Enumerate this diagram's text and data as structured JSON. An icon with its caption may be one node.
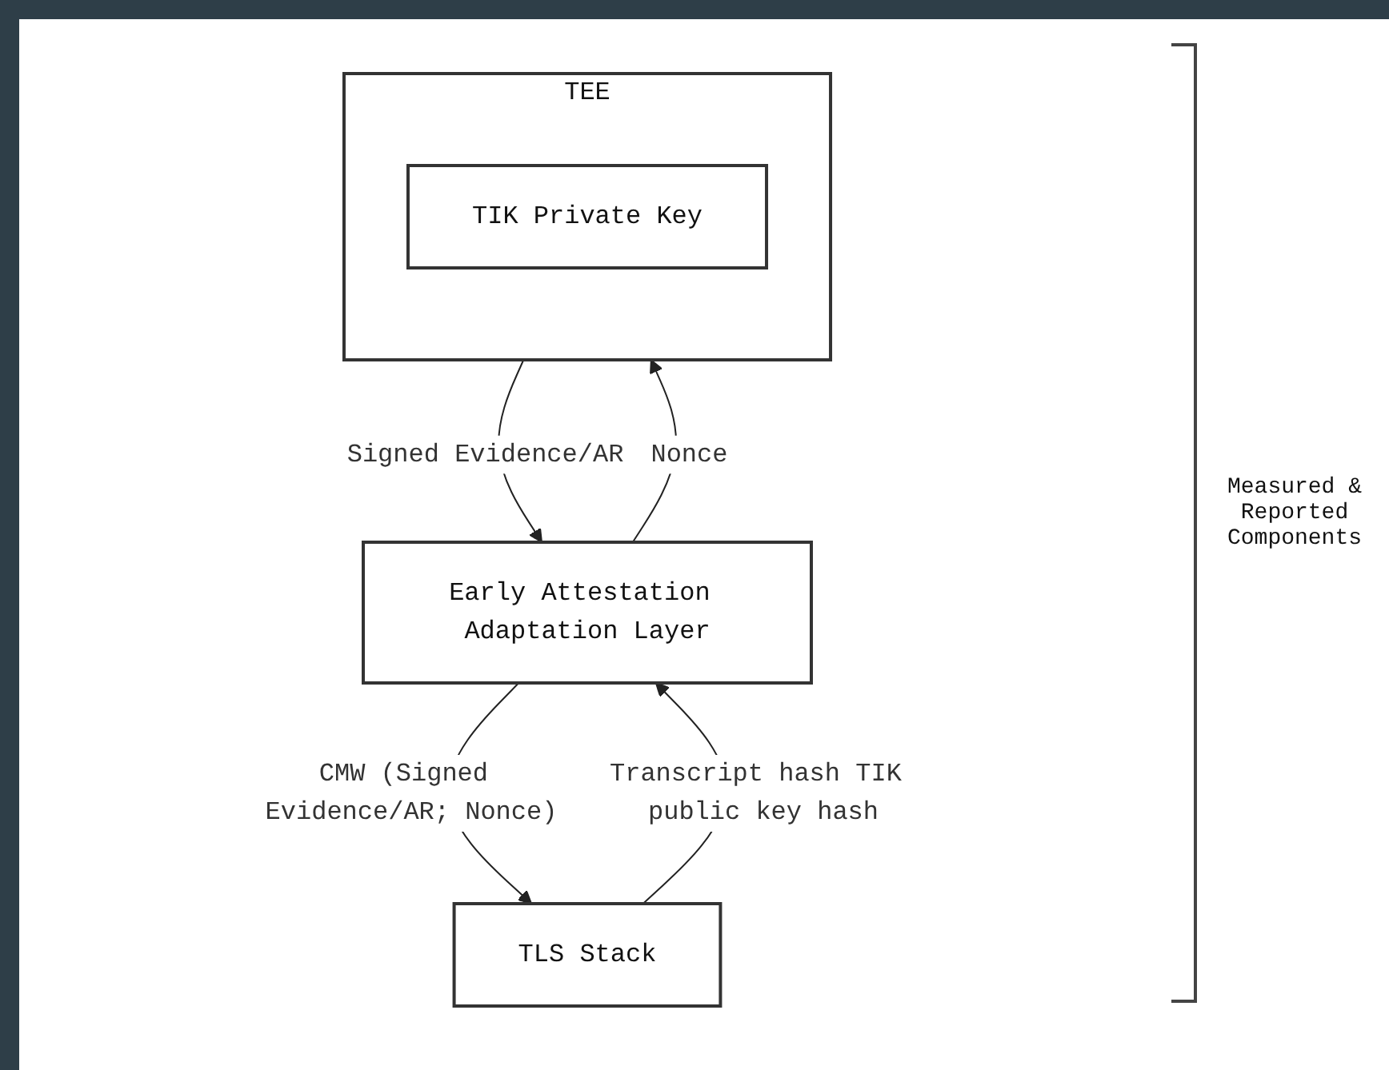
{
  "diagram": {
    "nodes": [
      {
        "text": [
          "TLS Stack"
        ]
      },
      {
        "text": [
          "Early Attestation Adaptation Layer"
        ]
      },
      {
        "text": [
          "TEE"
        ]
      },
      {
        "text": [
          "TIK Private Key"
        ],
        "in": 2
      }
    ],
    "edges": [
      {
        "from": 0,
        "to": 1,
        "arrow": "to",
        "label": "Transcript hash TIK public key hash"
      },
      {
        "from": 1,
        "to": 0,
        "arrow": "to",
        "label": "CMW (Signed Evidence/AR; Nonce)"
      },
      {
        "from": 1,
        "to": 2,
        "arrow": "to",
        "label": "Nonce"
      },
      {
        "from": 2,
        "to": 1,
        "arrow": "to",
        "label": "Signed Evidence/AR"
      }
    ],
    "labels": [
      "Measured & Reported Components"
    ]
  }
}
